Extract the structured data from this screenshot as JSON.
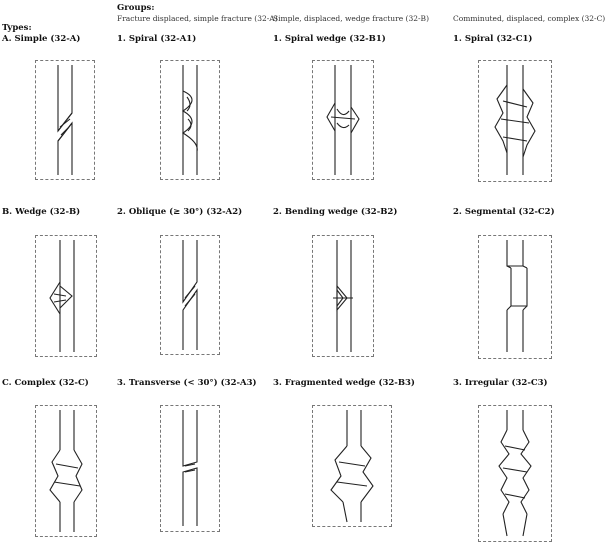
{
  "header": {
    "types_label": "Types:",
    "groups_label": "Groups:",
    "group_a": "Fracture displaced, simple fracture (32-A)",
    "group_b": "Simple, displaced, wedge fracture (32-B)",
    "group_c": "Comminuted, displaced, complex (32-C)"
  },
  "rows": [
    {
      "type_label": "A. Simple (32-A)",
      "cells": [
        {
          "label": "",
          "figure": "simple"
        },
        {
          "label": "1. Spiral (32-A1)",
          "figure": "spiral"
        },
        {
          "label": "1. Spiral wedge (32-B1)",
          "figure": "spiral-wedge"
        },
        {
          "label": "1. Spiral (32-C1)",
          "figure": "complex-spiral"
        }
      ]
    },
    {
      "type_label": "B. Wedge (32-B)",
      "cells": [
        {
          "label": "",
          "figure": "wedge"
        },
        {
          "label": "2. Oblique (≥ 30°) (32-A2)",
          "figure": "oblique"
        },
        {
          "label": "2. Bending wedge (32-B2)",
          "figure": "bending-wedge"
        },
        {
          "label": "2. Segmental (32-C2)",
          "figure": "segmental"
        }
      ]
    },
    {
      "type_label": "C. Complex (32-C)",
      "cells": [
        {
          "label": "",
          "figure": "complex"
        },
        {
          "label": "3. Transverse (< 30°) (32-A3)",
          "figure": "transverse"
        },
        {
          "label": "3. Fragmented wedge (32-B3)",
          "figure": "fragmented-wedge"
        },
        {
          "label": "3. Irregular (32-C3)",
          "figure": "irregular"
        }
      ]
    }
  ],
  "colors": {
    "line": "#222222",
    "frame": "#777777"
  }
}
